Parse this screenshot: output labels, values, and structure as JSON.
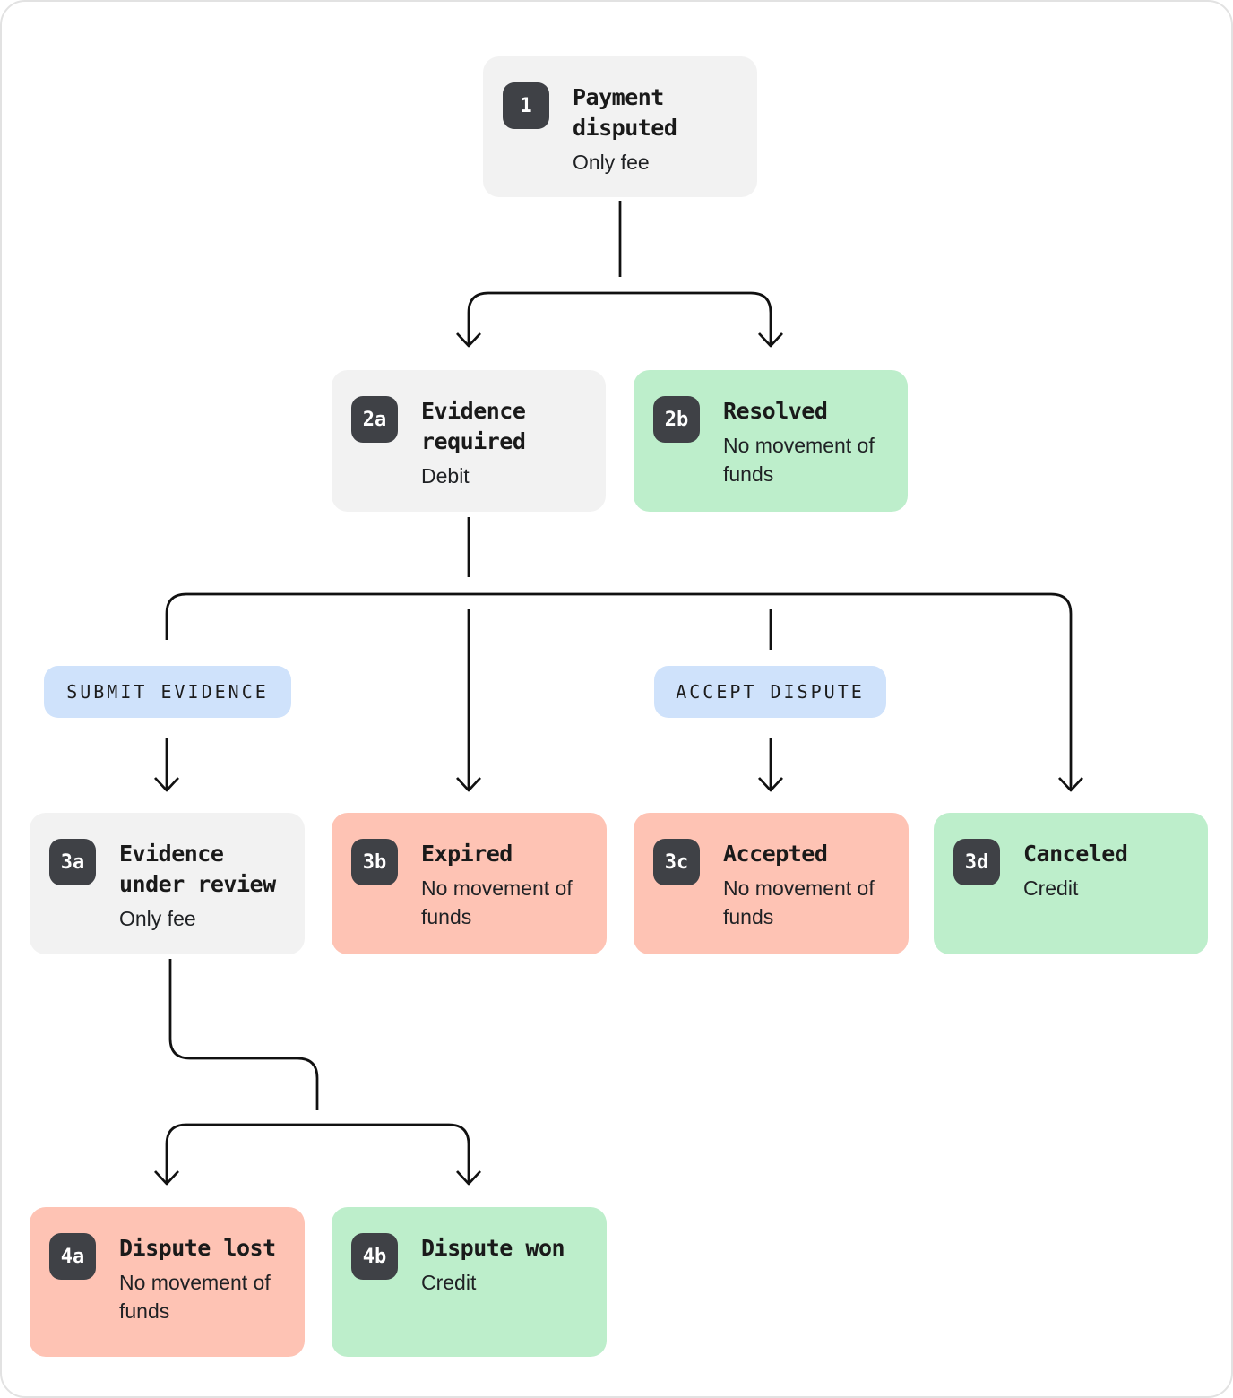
{
  "diagram": {
    "description": "Payment dispute lifecycle flowchart"
  },
  "nodes": [
    {
      "badge": "1",
      "title": "Payment disputed",
      "subtitle": "Only fee",
      "variant": "neutral"
    },
    {
      "badge": "2a",
      "title": "Evidence required",
      "subtitle": "Debit",
      "variant": "neutral"
    },
    {
      "badge": "2b",
      "title": "Resolved",
      "subtitle": "No movement of funds",
      "variant": "positive"
    },
    {
      "badge": "3a",
      "title": "Evidence under review",
      "subtitle": "Only fee",
      "variant": "neutral"
    },
    {
      "badge": "3b",
      "title": "Expired",
      "subtitle": "No movement of funds",
      "variant": "negative"
    },
    {
      "badge": "3c",
      "title": "Accepted",
      "subtitle": "No movement of funds",
      "variant": "negative"
    },
    {
      "badge": "3d",
      "title": "Canceled",
      "subtitle": "Credit",
      "variant": "positive"
    },
    {
      "badge": "4a",
      "title": "Dispute lost",
      "subtitle": "No movement of funds",
      "variant": "negative"
    },
    {
      "badge": "4b",
      "title": "Dispute won",
      "subtitle": "Credit",
      "variant": "positive"
    }
  ],
  "labels": {
    "submit_evidence": "SUBMIT EVIDENCE",
    "accept_dispute": "ACCEPT DISPUTE"
  },
  "colors": {
    "neutral-bg": "#f2f2f2",
    "positive-bg": "#bdeecb",
    "negative-bg": "#fec3b4",
    "pill-bg": "#cfe2fb",
    "badge-bg": "#3f4146",
    "badge-fg": "#ffffff",
    "title-fg": "#1a1a1a",
    "subtitle-fg": "#1f2124",
    "line": "#111111",
    "card-border": "#e2e2e2"
  }
}
